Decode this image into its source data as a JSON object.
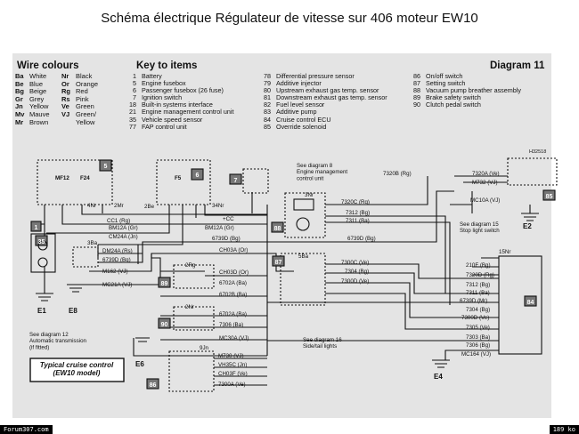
{
  "title": "Schéma électrique Régulateur de vitesse sur 406 moteur EW10",
  "wire_colours": {
    "heading": "Wire colours",
    "rows": [
      [
        "Ba",
        "White",
        "Nr",
        "Black"
      ],
      [
        "Be",
        "Blue",
        "Or",
        "Orange"
      ],
      [
        "Bg",
        "Beige",
        "Rg",
        "Red"
      ],
      [
        "Gr",
        "Grey",
        "Rs",
        "Pink"
      ],
      [
        "Jn",
        "Yellow",
        "Ve",
        "Green"
      ],
      [
        "Mv",
        "Mauve",
        "VJ",
        "Green/"
      ],
      [
        "Mr",
        "Brown",
        "",
        "Yellow"
      ]
    ]
  },
  "key_to_items": {
    "heading": "Key to items",
    "col1": [
      [
        "1",
        "Battery"
      ],
      [
        "5",
        "Engine fusebox"
      ],
      [
        "6",
        "Passenger fusebox (26 fuse)"
      ],
      [
        "7",
        "Ignition switch"
      ],
      [
        "18",
        "Built-in systems interface"
      ],
      [
        "21",
        "Engine management control unit"
      ],
      [
        "35",
        "Vehicle speed sensor"
      ],
      [
        "77",
        "FAP control unit"
      ]
    ],
    "col2": [
      [
        "78",
        "Differential pressure sensor"
      ],
      [
        "79",
        "Additive injector"
      ],
      [
        "80",
        "Upstream exhaust gas temp. sensor"
      ],
      [
        "81",
        "Downstream exhaust gas temp. sensor"
      ],
      [
        "82",
        "Fuel level sensor"
      ],
      [
        "83",
        "Additive pump"
      ],
      [
        "84",
        "Cruise control ECU"
      ],
      [
        "85",
        "Override solenoid"
      ]
    ],
    "col3": [
      [
        "86",
        "On/off switch"
      ],
      [
        "87",
        "Setting switch"
      ],
      [
        "88",
        "Vacuum pump breather assembly"
      ],
      [
        "89",
        "Brake safety switch"
      ],
      [
        "90",
        "Clutch pedal switch"
      ]
    ]
  },
  "diagram_number": "Diagram 11",
  "figure_code": "H32518",
  "component_numbers": [
    "1",
    "5",
    "6",
    "7",
    "35",
    "84",
    "85",
    "86",
    "87",
    "88",
    "89",
    "90"
  ],
  "fuse_labels": [
    "MF12",
    "F24",
    "F5"
  ],
  "earth_points": [
    "E1",
    "E2",
    "E4",
    "E6",
    "E8"
  ],
  "connector_labels": [
    "3Ba",
    "2Be",
    "2Rg",
    "2Nr",
    "3Nr",
    "5Ba",
    "9Jn",
    "15Nr"
  ],
  "wire_labels": {
    "cc1": "CC1 (Rg)",
    "bm12a_left": "BM12A (Gr)",
    "bm12a_right": "BM12A (Gr)",
    "cm24a": "CM24A (Jn)",
    "dm24a": "DM24A (Rs)",
    "w6739d_left": "6739D (Bg)",
    "w6739d_mid": "6739D (Bg)",
    "w6739d_right": "6739D (Bg)",
    "m162": "M162 (VJ)",
    "mc21a": "MC21A (VJ)",
    "ch03a": "CH03A (Or)",
    "ch03d": "CH03D (Or)",
    "w6702a_89": "6702A (Ba)",
    "w6702b": "6702B (Ba)",
    "w6702a_90": "6702A (Ba)",
    "w7306": "7306 (Ba)",
    "mc30a": "MC30A (VJ)",
    "m730": "M730 (VJ)",
    "vh35c": "VH35C (Jn)",
    "ch03f": "CH03F (Ve)",
    "w7300a_bottom": "7300A (Ve)",
    "w7320b": "7320B (Rg)",
    "w7320c": "7320C (Rg)",
    "w7312": "7312 (Bg)",
    "w7311": "7311 (Ba)",
    "w7300c": "7300C (Ve)",
    "w7304": "7304 (Bg)",
    "w7300d": "7300D (Ve)",
    "w7320a": "7320A (Ve)",
    "m732": "M732 (VJ)",
    "mc10a": "MC10A (VJ)",
    "w210f": "210F (Bg)",
    "w7320d": "7320D (Rg)",
    "w7312b": "7312 (Bg)",
    "w7311b": "7311 (Ba)",
    "w6739d_84": "6739D (Mr)",
    "w7304b": "7304 (Bg)",
    "w7300d_84": "7300D (Ve)",
    "w7305": "7305 (Ve)",
    "w7303": "7303 (Ba)",
    "w7306b": "7306 (Bg)",
    "mc164": "MC164 (VJ)",
    "plus_cc": "+CC",
    "w2mr": "2Mr",
    "w4nr": "4Nr",
    "w34nr": "34Nr"
  },
  "notes": {
    "engine_mgmt": "See diagram 8\nEngine management\ncontrol unit",
    "stop_light": "See diagram 15\nStop light switch",
    "auto_trans": "See diagram 12\nAutomatic transmission\n(if fitted)",
    "side_tail": "See diagram 16\nSide/tail lights"
  },
  "caption": "Typical cruise control\n(EW10 model)",
  "footer_left": "Forum307.com",
  "footer_right": "189 ko"
}
